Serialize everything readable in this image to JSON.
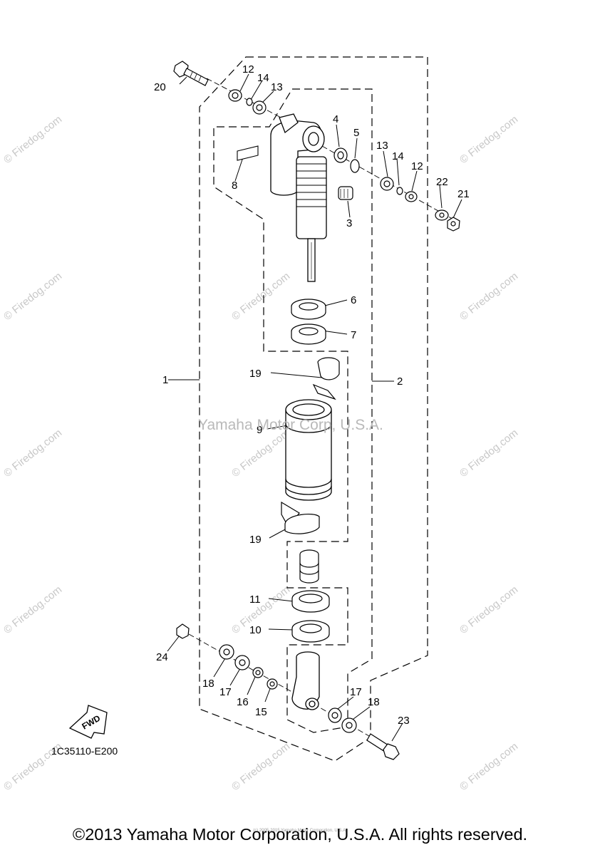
{
  "callouts": {
    "c1": "1",
    "c2": "2",
    "c3": "3",
    "c4": "4",
    "c5": "5",
    "c6": "6",
    "c7": "7",
    "c8": "8",
    "c9": "9",
    "c10": "10",
    "c11": "11",
    "c12a": "12",
    "c12b": "12",
    "c13a": "13",
    "c13b": "13",
    "c14a": "14",
    "c14b": "14",
    "c15": "15",
    "c16": "16",
    "c17a": "17",
    "c17b": "17",
    "c18a": "18",
    "c18b": "18",
    "c19a": "19",
    "c19b": "19",
    "c20": "20",
    "c21": "21",
    "c22": "22",
    "c23": "23",
    "c24": "24"
  },
  "fwd_label": "FWD",
  "diagram_code": "1C35110-E200",
  "center_watermark": "Yamaha Motor Corp, U.S.A.",
  "watermark": "© Firedog.com",
  "tiny_note": "(c) 2005-2015 Yamaha Motor Corporation, U.S.A.",
  "copyright": "©2013 Yamaha Motor Corporation, U.S.A. All rights reserved."
}
